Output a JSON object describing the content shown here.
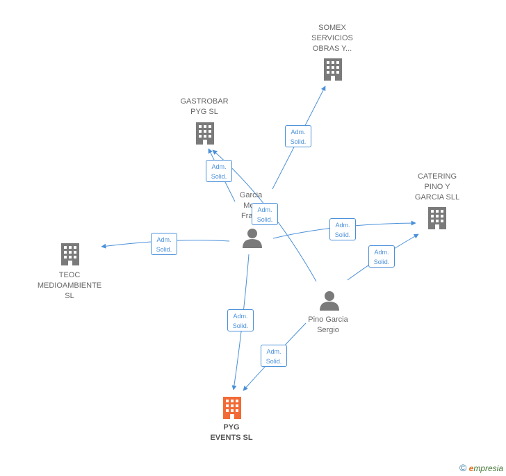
{
  "nodes": {
    "somex": {
      "lines": [
        "SOMEX",
        "SERVICIOS",
        "OBRAS Y..."
      ]
    },
    "gastrobar": {
      "lines": [
        "GASTROBAR",
        "PYG SL"
      ]
    },
    "catering": {
      "lines": [
        "CATERING",
        "PINO Y",
        "GARCIA SLL"
      ]
    },
    "teoc": {
      "lines": [
        "TEOC",
        "MEDIOAMBIENTE",
        "SL"
      ]
    },
    "garcia": {
      "lines": [
        "Garcia",
        "Mon",
        "Franc"
      ]
    },
    "pino": {
      "lines": [
        "Pino Garcia",
        "Sergio"
      ]
    },
    "pyg": {
      "lines": [
        "PYG",
        "EVENTS SL"
      ]
    }
  },
  "edge_label": {
    "line1": "Adm.",
    "line2": "Solid."
  },
  "colors": {
    "edge": "#4a90d9",
    "company": "#7a7a7a",
    "focus_company": "#f26a35",
    "person": "#7a7a7a"
  },
  "icons": {
    "company": "building-icon",
    "person": "person-icon"
  },
  "footer": {
    "copyright": "©",
    "brand_initial": "e",
    "brand_rest": "mpresia"
  }
}
